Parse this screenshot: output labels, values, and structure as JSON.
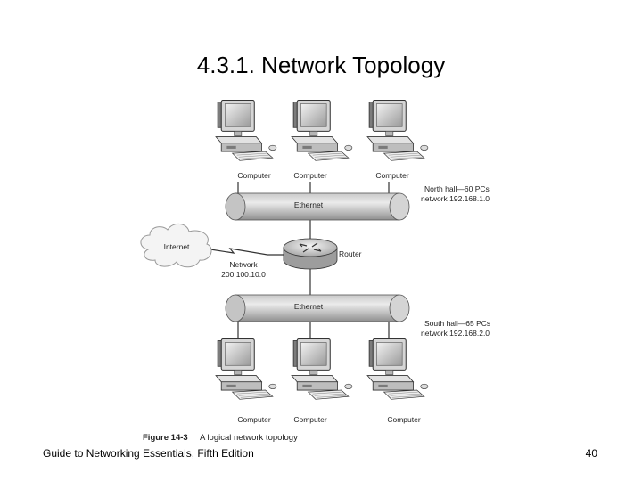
{
  "slide": {
    "title": "4.3.1. Network Topology",
    "footer_left": "Guide to Networking Essentials, Fifth Edition",
    "page_number": "40"
  },
  "diagram": {
    "computer_label": "Computer",
    "ethernet_label": "Ethernet",
    "router_label": "Router",
    "internet_label": "Internet",
    "network_label_line1": "Network",
    "network_label_line2": "200.100.10.0",
    "north_hall_line1": "North hall—60 PCs",
    "north_hall_line2": "network 192.168.1.0",
    "south_hall_line1": "South hall—65 PCs",
    "south_hall_line2": "network 192.168.2.0",
    "figure_number": "Figure 14-3",
    "figure_caption": "A logical network topology",
    "icons": [
      "computer-icon",
      "router-icon",
      "internet-cloud-icon"
    ]
  }
}
